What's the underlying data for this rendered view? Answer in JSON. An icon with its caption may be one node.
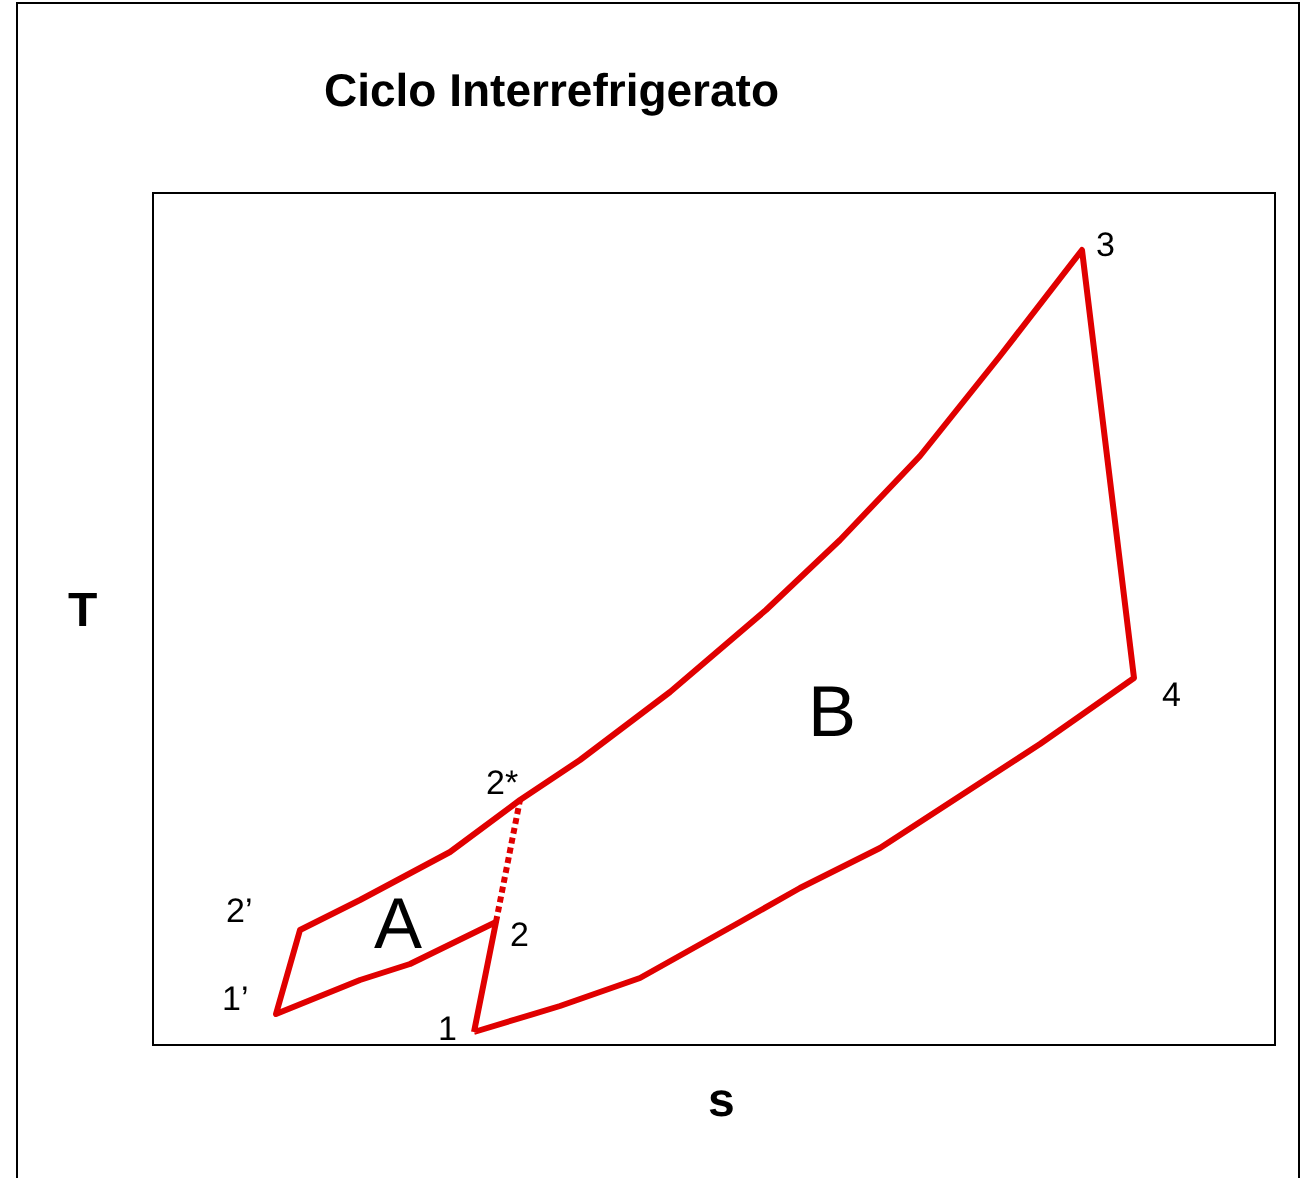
{
  "diagram": {
    "title": "Ciclo Interrefrigerato",
    "labels": [
      "3",
      "T",
      "4",
      "B",
      "2*",
      "2’",
      "A",
      "2",
      "1’",
      "1",
      "s"
    ]
  }
}
